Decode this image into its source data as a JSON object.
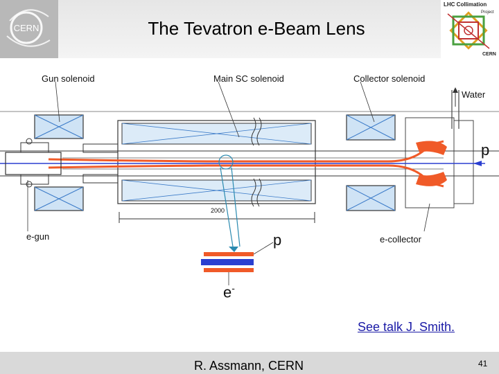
{
  "slide": {
    "title": "The Tevatron e-Beam Lens",
    "reference_link": "See talk J. Smith.",
    "author": "R. Assmann, CERN",
    "page_number": "41"
  },
  "logos": {
    "cern": "CERN",
    "lhc_title": "LHC Collimation",
    "lhc_sub": "Project",
    "lhc_cern": "CERN"
  },
  "diagram": {
    "labels": {
      "gun_solenoid": "Gun solenoid",
      "main_sc_solenoid": "Main SC solenoid",
      "collector_solenoid": "Collector solenoid",
      "water": "Water",
      "p_right": "p",
      "e_gun": "e-gun",
      "e_collector": "e-collector",
      "dimension": "2000",
      "inset_p": "p",
      "inset_e": "e",
      "inset_e_sup": "-"
    }
  },
  "colors": {
    "proton_beam": "#2a3fd0",
    "electron_beam": "#f05a28",
    "coil_fill": "#cfe3f5",
    "footer": "#d9d9d9"
  }
}
